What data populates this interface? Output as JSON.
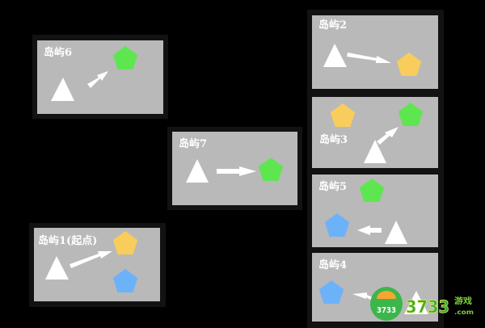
{
  "colors": {
    "background": "#000000",
    "panel": "#b9b9b9",
    "panel_border": "#121212",
    "green": "#5ee650",
    "yellow": "#f9cd5b",
    "blue": "#6cb2f9",
    "triangle": "#ffffff",
    "arrow": "#ffffff"
  },
  "islands": {
    "island6": {
      "label": "岛屿6"
    },
    "island7": {
      "label": "岛屿7"
    },
    "island1": {
      "label": "岛屿1(起点)"
    },
    "island2": {
      "label": "岛屿2"
    },
    "island3": {
      "label": "岛屿3"
    },
    "island5": {
      "label": "岛屿5"
    },
    "island4": {
      "label": "岛屿4"
    }
  },
  "watermark": {
    "badge": "3733",
    "brand": "3733",
    "suffix": "游戏",
    "domain": ".com"
  }
}
